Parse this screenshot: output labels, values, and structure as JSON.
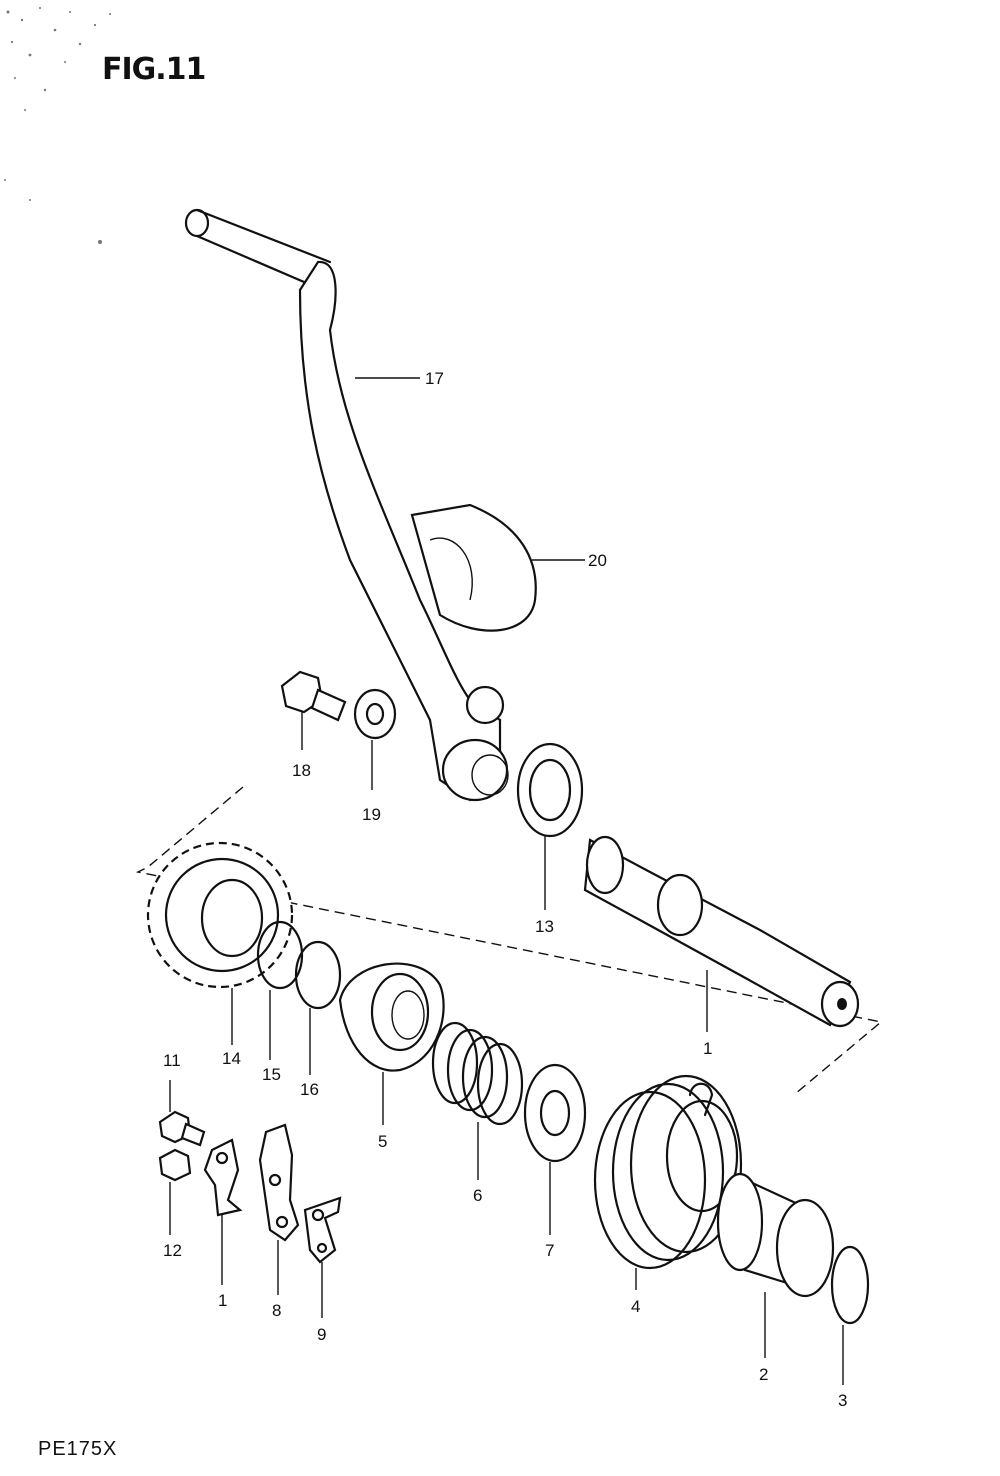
{
  "figure": {
    "title": "FIG.11",
    "model": "PE175X"
  },
  "callouts": [
    {
      "id": "17",
      "label": "17",
      "part": "kick-starter-lever"
    },
    {
      "id": "20",
      "label": "20",
      "part": "lever-boot"
    },
    {
      "id": "18",
      "label": "18",
      "part": "bolt"
    },
    {
      "id": "19",
      "label": "19",
      "part": "washer"
    },
    {
      "id": "13",
      "label": "13",
      "part": "oil-seal"
    },
    {
      "id": "1a",
      "label": "1",
      "part": "kick-starter-shaft"
    },
    {
      "id": "14",
      "label": "14",
      "part": "kick-gear"
    },
    {
      "id": "15",
      "label": "15",
      "part": "circlip"
    },
    {
      "id": "16",
      "label": "16",
      "part": "circlip"
    },
    {
      "id": "5",
      "label": "5",
      "part": "ratchet"
    },
    {
      "id": "6",
      "label": "6",
      "part": "ratchet-spring"
    },
    {
      "id": "7",
      "label": "7",
      "part": "washer"
    },
    {
      "id": "4",
      "label": "4",
      "part": "return-spring"
    },
    {
      "id": "2",
      "label": "2",
      "part": "spring-guide"
    },
    {
      "id": "3",
      "label": "3",
      "part": "circlip"
    },
    {
      "id": "11",
      "label": "11",
      "part": "bolt"
    },
    {
      "id": "12",
      "label": "12",
      "part": "bolt"
    },
    {
      "id": "1b",
      "label": "1",
      "part": "stopper-plate"
    },
    {
      "id": "8",
      "label": "8",
      "part": "guide-plate"
    },
    {
      "id": "9",
      "label": "9",
      "part": "stopper"
    }
  ]
}
